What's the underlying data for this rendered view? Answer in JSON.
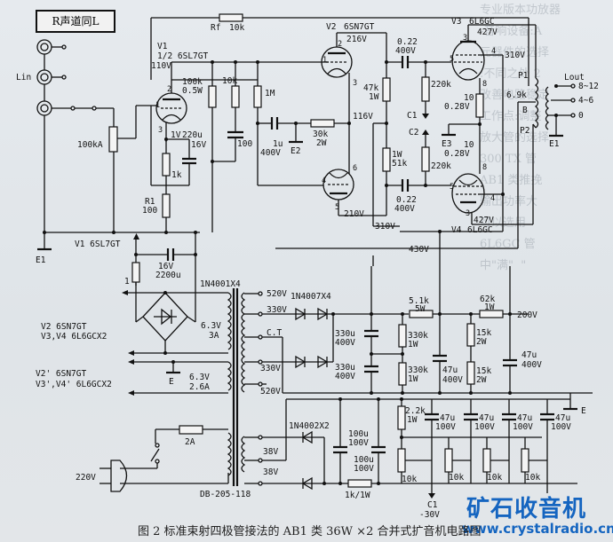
{
  "title_box": "R声道同L",
  "caption": "图 2  标准束射四极管接法的 AB1 类 36W ×2 合并式扩音机电路图",
  "watermark": {
    "text": "矿石收音机",
    "url": "www.crystalradio.cn",
    "color": "#1565c0"
  },
  "inputs": {
    "label": "Lin",
    "volume_pot": "100kA",
    "ground": "E1"
  },
  "tubes": {
    "v1": {
      "name": "V1",
      "type": "1/2 6SL7GT",
      "plate_v": "110V",
      "cathode_v": "1V",
      "pins": [
        "1",
        "2",
        "3"
      ]
    },
    "v2_top": {
      "name": "V2",
      "type": "6SN7GT",
      "plate_v": "216V",
      "cathode_v": "116V",
      "pins": [
        "1",
        "2",
        "3"
      ]
    },
    "v2_bottom": {
      "plate_v": "210V",
      "pins": [
        "4",
        "5",
        "6"
      ]
    },
    "v3": {
      "name": "V3",
      "type": "6L6GC",
      "plate_v": "427V",
      "screen_v": "310V",
      "cathode_v": "0.28V",
      "pins": [
        "3",
        "4",
        "5",
        "8"
      ]
    },
    "v4": {
      "name": "V4",
      "type": "6L6GC",
      "plate_v": "427V",
      "cathode_v": "0.28V",
      "pins": [
        "3",
        "4",
        "5",
        "8"
      ]
    }
  },
  "components": {
    "rf": {
      "name": "Rf",
      "value": "10k"
    },
    "v1_plate_r": [
      "100k",
      "0.5W"
    ],
    "r_10k": "10k",
    "r_1m": "1M",
    "c_100": "100",
    "c_1u": [
      "1u",
      "400V"
    ],
    "e2": "E2",
    "r_30k": [
      "30k",
      "2W"
    ],
    "c_220u": [
      "220u",
      "16V"
    ],
    "r_1k": "1k",
    "r1": [
      "R1",
      "100"
    ],
    "r_47k": [
      "47k",
      "1W"
    ],
    "r_51k": [
      "1W",
      "51k"
    ],
    "c_022_top": [
      "0.22",
      "400V"
    ],
    "c_022_bot": [
      "0.22",
      "400V"
    ],
    "r_220k_top": "220k",
    "r_220k_bot": "220k",
    "c1": "C1",
    "c2": "C2",
    "e3": "E3",
    "r_10_top": "10",
    "r_10_bot": "10",
    "b_plus_310": "310V",
    "b_plus_430": "430V"
  },
  "output": {
    "label": "Lout",
    "taps": [
      "8~12",
      "4~6",
      "0"
    ],
    "p1": "P1",
    "p2": "P2",
    "b": "B",
    "impedance": "6.9k",
    "ground": "E1"
  },
  "power": {
    "heater_supply": {
      "tube": "V1 6SL7GT",
      "r": "1",
      "cap": [
        "16V",
        "2200u"
      ],
      "bridge": "1N4001X4"
    },
    "heater_1": {
      "tubes": [
        "V2 6SN7GT",
        "V3,V4 6L6GCX2"
      ],
      "rating": [
        "6.3V",
        "3A"
      ]
    },
    "heater_2": {
      "tubes": [
        "V2' 6SN7GT",
        "V3',V4' 6L6GCX2"
      ],
      "rating": [
        "6.3V",
        "2.6A"
      ],
      "ground": "E"
    },
    "hv_taps": [
      "520V",
      "330V",
      "C.T",
      "330V",
      "520V"
    ],
    "hv_rect": "1N4007X4",
    "hv_caps": [
      [
        "330u",
        "400V"
      ],
      [
        "330u",
        "400V"
      ]
    ],
    "hv_res": [
      [
        "330k",
        "1W"
      ],
      [
        "330k",
        "1W"
      ]
    ],
    "r_51k5w": [
      "5.1k",
      "5W"
    ],
    "r_62k": [
      "62k",
      "1W"
    ],
    "out_200v": "200V",
    "r_15k": [
      [
        "15k",
        "2W"
      ],
      [
        "15k",
        "2W"
      ]
    ],
    "c_47u400": [
      [
        "47u",
        "400V"
      ],
      [
        "47u",
        "400V"
      ]
    ],
    "ground_e": "E",
    "bias_taps": [
      "38V",
      "38V"
    ],
    "bias_rect": "1N4002X2",
    "bias_caps": [
      [
        "100u",
        "100V"
      ],
      [
        "100u",
        "100V"
      ]
    ],
    "bias_r": "1k/1W",
    "bias_r22k": [
      "2.2k",
      "1W"
    ],
    "bias_47u": [
      [
        "47u",
        "100V"
      ],
      [
        "47u",
        "100V"
      ],
      [
        "47u",
        "100V"
      ],
      [
        "47u",
        "100V"
      ]
    ],
    "bias_pots": [
      "10k",
      "10k",
      "10k",
      "10k"
    ],
    "bias_out": [
      "C1",
      "-30V"
    ],
    "mains": "220V",
    "fuse": "2A",
    "transformer": "DB-205-118"
  },
  "background_text": "专业版本功放器\n-音响设备:A\n元器件的选择\n:不同之处 2\n改善电路稳定\n工作点:调整\n放大管的选择\n300 TX 管\nAB1 类推挽\n输出功率大\n可以选用\n6L6GC 管\n中\"满\"  \"",
  "colors": {
    "ink": "#111111",
    "paper": "#e3e7ea",
    "watermark": "#1565c0"
  }
}
